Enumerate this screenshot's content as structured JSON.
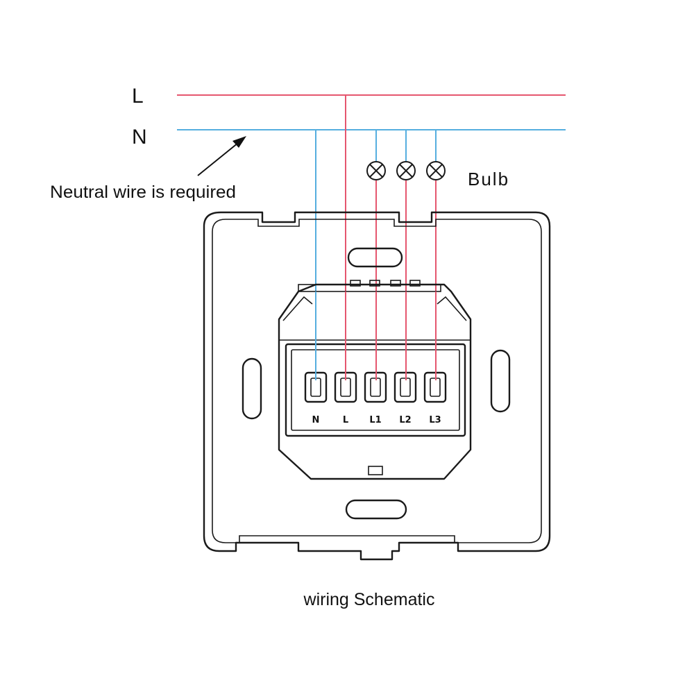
{
  "labels": {
    "line": "L",
    "neutral": "N",
    "neutral_note": "Neutral wire is required",
    "bulb": "Bulb",
    "caption": "wiring Schematic"
  },
  "terminals": [
    "N",
    "L",
    "L1",
    "L2",
    "L3"
  ],
  "colors": {
    "live_wire": "#e5566e",
    "neutral_wire": "#55aedf",
    "outline": "#1a1a1a"
  }
}
